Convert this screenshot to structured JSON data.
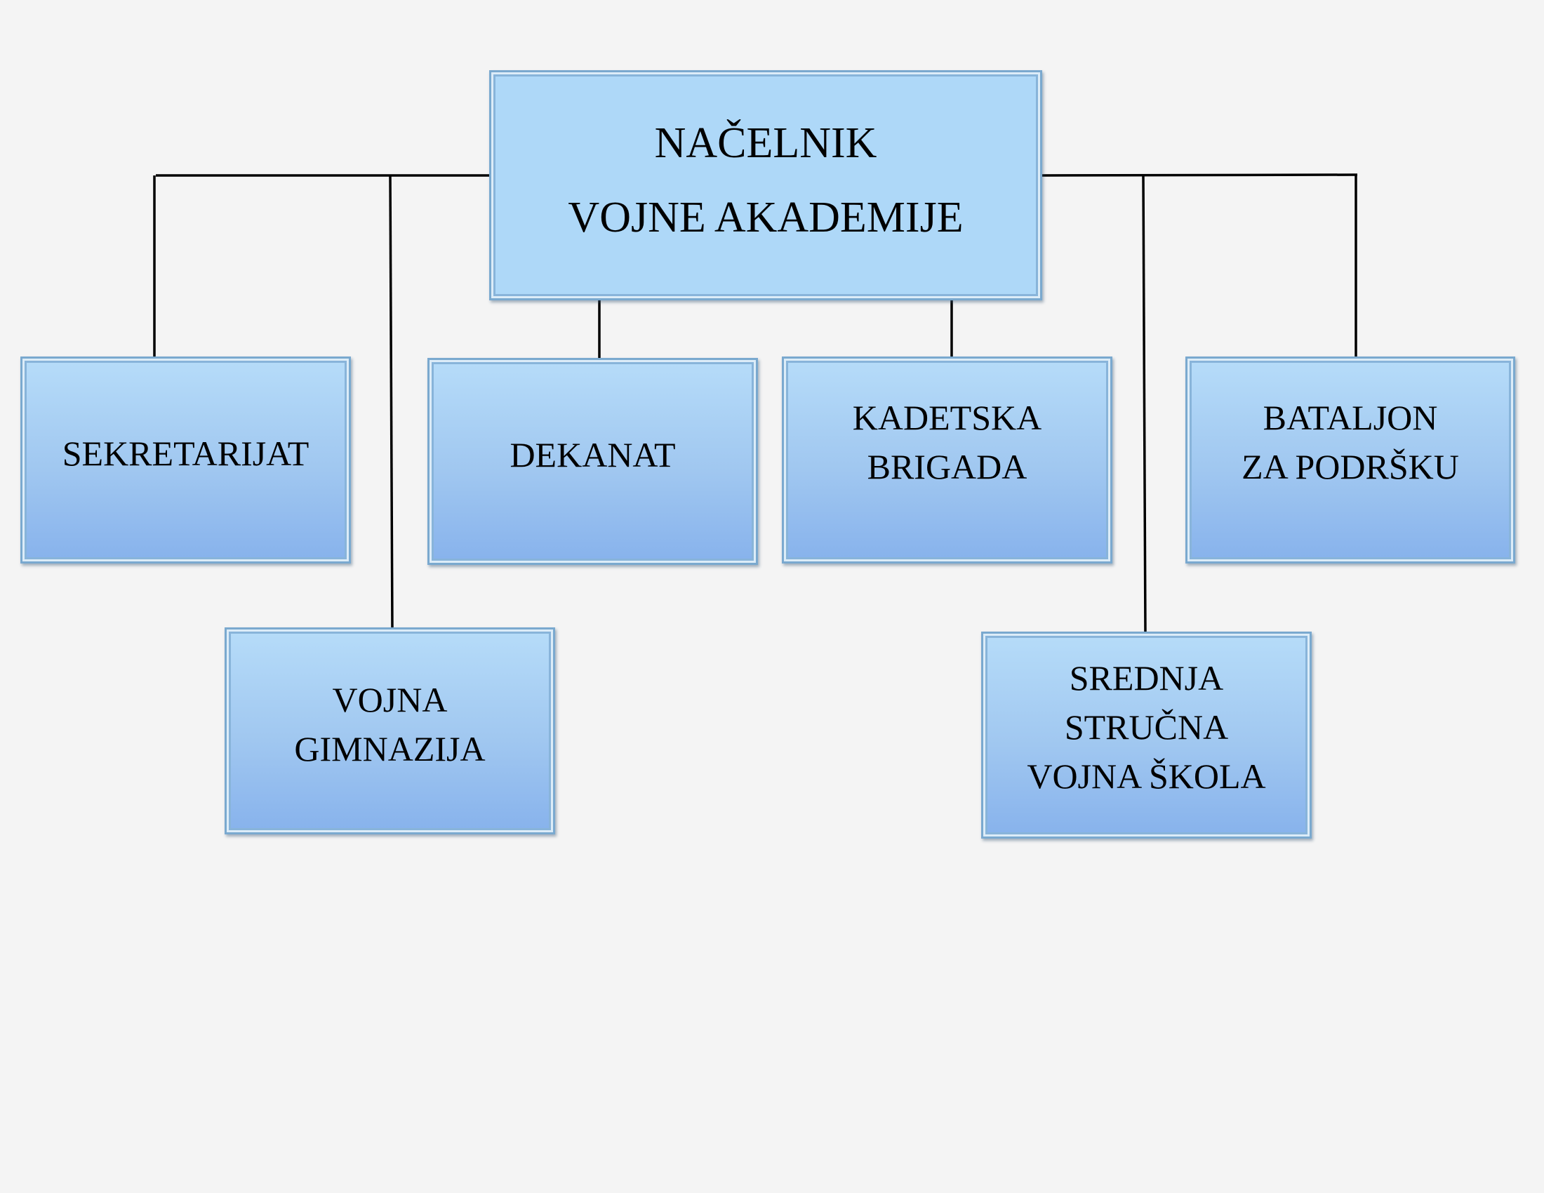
{
  "diagram": {
    "root": {
      "lines": [
        "NAČELNIK",
        "VOJNE AKADEMIJE"
      ]
    },
    "units": [
      {
        "id": "sekretarijat",
        "lines": [
          "SEKRETARIJAT"
        ]
      },
      {
        "id": "vojna-gimnazija",
        "lines": [
          "VOJNA",
          "GIMNAZIJA"
        ]
      },
      {
        "id": "dekanat",
        "lines": [
          "DEKANAT"
        ]
      },
      {
        "id": "kadetska-brigada",
        "lines": [
          "KADETSKA",
          "BRIGADA"
        ]
      },
      {
        "id": "srednja-strucna-vojna-skola",
        "lines": [
          "SREDNJA",
          "STRUČNA",
          "VOJNA ŠKOLA"
        ]
      },
      {
        "id": "bataljon-za-podrsku",
        "lines": [
          "BATALJON",
          "ZA PODRŠKU"
        ]
      }
    ],
    "colors": {
      "background": "#f4f4f4",
      "box_fill_top": "#b6dcf9",
      "box_fill_bottom": "#87b2ec",
      "box_border": "#7aa9cf",
      "connector": "#000000"
    }
  }
}
